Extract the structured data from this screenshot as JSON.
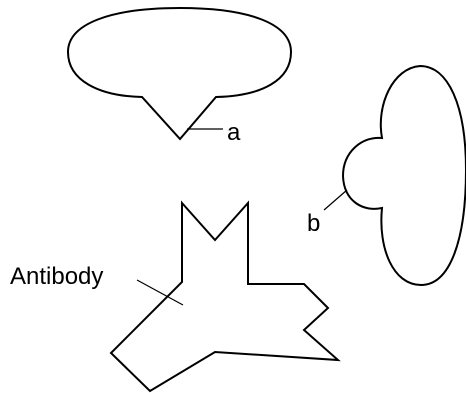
{
  "labels": {
    "a": "a",
    "b": "b",
    "antibody": "Antibody"
  },
  "colors": {
    "stroke": "#000000",
    "background": "#ffffff"
  }
}
